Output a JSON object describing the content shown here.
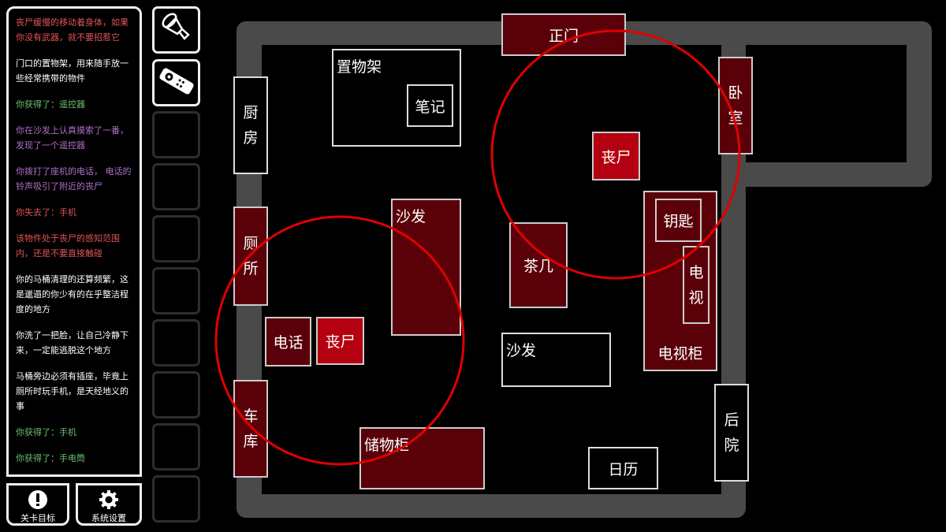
{
  "log": [
    {
      "text": "丧尸缓慢的移动着身体，如果你没有武器，就不要招惹它",
      "color": "#e05555"
    },
    {
      "text": "门口的置物架，用来随手放一些经常携带的物件",
      "color": "#ffffff"
    },
    {
      "text": "你获得了：遥控器",
      "color": "#6cc070"
    },
    {
      "text": "你在沙发上认真摸索了一番，发现了一个遥控器",
      "color": "#b070c8"
    },
    {
      "text": "你拨打了座机的电话， 电话的铃声吸引了附近的丧尸",
      "color": "#b070c8"
    },
    {
      "text": "你失去了：手机",
      "color": "#e05555"
    },
    {
      "text": "该物件处于丧尸的感知范围内，还是不要直接触碰",
      "color": "#e05555"
    },
    {
      "text": "你的马桶清理的还算频繁，这是邋遢的你少有的在乎整洁程度的地方",
      "color": "#ffffff"
    },
    {
      "text": "你洗了一把脸，让自己冷静下来，一定能逃脱这个地方",
      "color": "#ffffff"
    },
    {
      "text": "马桶旁边必须有插座，毕竟上厕所时玩手机，是天经地义的事",
      "color": "#ffffff"
    },
    {
      "text": "你获得了：手机",
      "color": "#6cc070"
    },
    {
      "text": "你获得了：手电筒",
      "color": "#6cc070"
    }
  ],
  "buttons": {
    "goal": "关卡目标",
    "settings": "系统设置"
  },
  "inventory": [
    {
      "item": "flashlight-icon"
    },
    {
      "item": "remote-control-icon"
    },
    {},
    {},
    {},
    {},
    {},
    {},
    {},
    {}
  ],
  "map": {
    "front_door": "正门",
    "shelf": "置物架",
    "note": "笔记",
    "kitchen": [
      "厨",
      "房"
    ],
    "bedroom": [
      "卧",
      "室"
    ],
    "zombie1": "丧尸",
    "sofa1": "沙发",
    "tea_table": "茶几",
    "tv_cabinet": "电视柜",
    "key": "钥匙",
    "tv": [
      "电",
      "视"
    ],
    "toilet": [
      "厕",
      "所"
    ],
    "phone": "电话",
    "zombie2": "丧尸",
    "sofa2": "沙发",
    "garage": [
      "车",
      "库"
    ],
    "locker": "储物柜",
    "calendar": "日历",
    "backyard": [
      "后",
      "院"
    ]
  },
  "colors": {
    "wall": "#4a4a4a",
    "object": "#5a0008",
    "zombie": "#b40010",
    "range": "#e00000"
  }
}
